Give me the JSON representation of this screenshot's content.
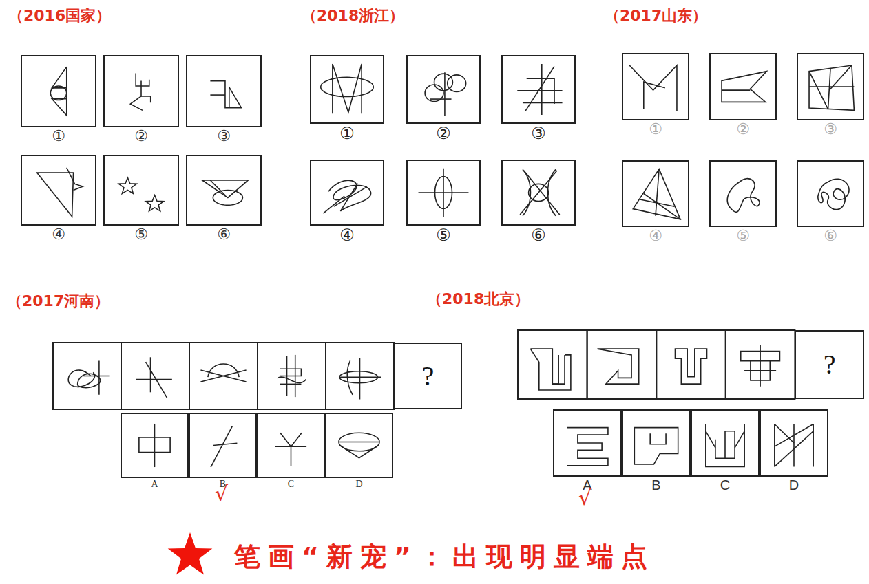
{
  "diagram": {
    "caption": "笔画“新宠”：出现明显端点",
    "nodes": [
      {
        "text": [
          "①"
        ]
      },
      {
        "text": [
          "②"
        ]
      },
      {
        "text": [
          "③"
        ]
      },
      {
        "text": [
          "④"
        ]
      },
      {
        "text": [
          "⑤"
        ]
      },
      {
        "text": [
          "⑥"
        ]
      },
      {
        "text": [
          "①"
        ]
      },
      {
        "text": [
          "②"
        ]
      },
      {
        "text": [
          "③"
        ]
      },
      {
        "text": [
          "④"
        ]
      },
      {
        "text": [
          "⑤"
        ]
      },
      {
        "text": [
          "⑥"
        ]
      },
      {
        "text": [
          "①"
        ]
      },
      {
        "text": [
          "②"
        ]
      },
      {
        "text": [
          "③"
        ]
      },
      {
        "text": [
          "④"
        ]
      },
      {
        "text": [
          "⑤"
        ]
      },
      {
        "text": [
          "⑥"
        ]
      },
      {
        "text": [
          "?"
        ]
      },
      {
        "text": [
          "A"
        ]
      },
      {
        "text": [
          "B"
        ]
      },
      {
        "text": [
          "C"
        ]
      },
      {
        "text": [
          "D"
        ]
      },
      {
        "text": [
          "?"
        ]
      },
      {
        "text": [
          "A"
        ]
      },
      {
        "text": [
          "B"
        ]
      },
      {
        "text": [
          "C"
        ]
      },
      {
        "text": [
          "D"
        ]
      }
    ],
    "labels": [
      "（2016国家）",
      "（2018浙江）",
      "（2017山东）",
      "（2017河南）",
      "（2018北京）",
      "√",
      "√"
    ]
  }
}
